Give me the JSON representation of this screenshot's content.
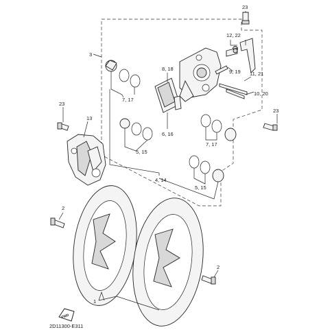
{
  "callouts": {
    "c23_top": "23",
    "c12_22": "12, 22",
    "c3": "3",
    "c8_18": "8, 18",
    "c9_19": "9, 19",
    "c11_21": "11, 21",
    "c10_20": "10, 20",
    "c7_17_top": "7, 17",
    "c23_left": "23",
    "c23_right": "23",
    "c13": "13",
    "c6_16": "6, 16",
    "c7_17_bottom": "7, 17",
    "c5_15_top": "5, 15",
    "c4_14": "4, 14",
    "c5_15_bottom": "5, 15",
    "c2_left": "2",
    "c2_right": "2",
    "c1": "1"
  },
  "fwd_mark": "FWD",
  "diagram_code": "2D11300-E311"
}
